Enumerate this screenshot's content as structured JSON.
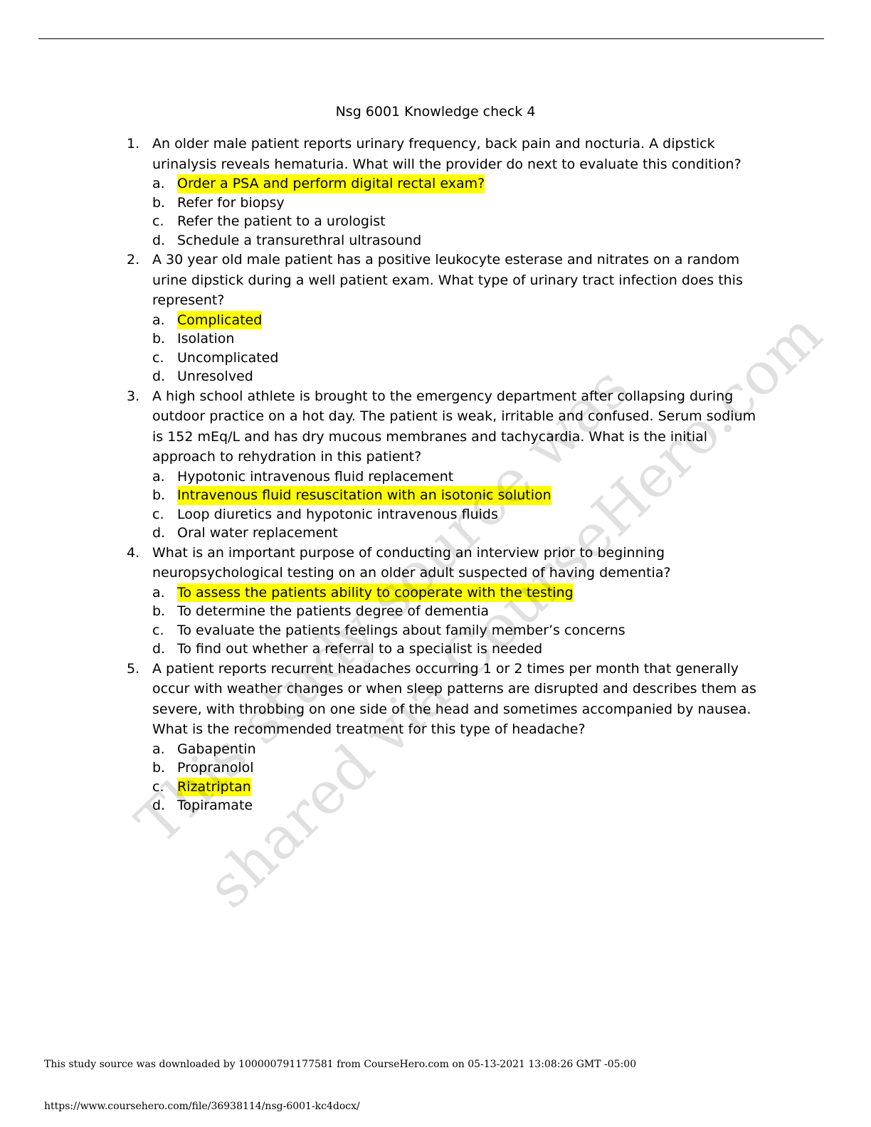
{
  "document": {
    "title": "Nsg 6001 Knowledge check 4",
    "questions": [
      {
        "number": "1.",
        "text": "An older male patient reports urinary frequency, back pain and nocturia. A dipstick urinalysis reveals hematuria. What will the provider do next to evaluate this condition?",
        "options": [
          {
            "letter": "a.",
            "text": "Order a PSA and perform digital rectal exam?",
            "highlighted": true
          },
          {
            "letter": "b.",
            "text": "Refer for biopsy",
            "highlighted": false
          },
          {
            "letter": "c.",
            "text": "Refer the patient to a urologist",
            "highlighted": false
          },
          {
            "letter": "d.",
            "text": "Schedule a transurethral ultrasound",
            "highlighted": false
          }
        ]
      },
      {
        "number": "2.",
        "text": "A 30 year old male patient has a positive leukocyte esterase and nitrates on a random urine dipstick during a well patient exam. What type of urinary tract infection does this represent?",
        "options": [
          {
            "letter": "a.",
            "text": "Complicated",
            "highlighted": true
          },
          {
            "letter": "b.",
            "text": "Isolation",
            "highlighted": false
          },
          {
            "letter": "c.",
            "text": "Uncomplicated",
            "highlighted": false
          },
          {
            "letter": "d.",
            "text": "Unresolved",
            "highlighted": false
          }
        ]
      },
      {
        "number": "3.",
        "text": "A high school athlete is brought to the emergency department after collapsing during outdoor practice on a hot day. The patient is weak, irritable and confused. Serum sodium is 152 mEq/L and has dry mucous membranes and tachycardia. What is the initial approach to rehydration in this patient?",
        "options": [
          {
            "letter": "a.",
            "text": "Hypotonic intravenous fluid replacement",
            "highlighted": false
          },
          {
            "letter": "b.",
            "text": "Intravenous fluid resuscitation with an isotonic solution",
            "highlighted": true
          },
          {
            "letter": "c.",
            "text": "Loop diuretics and hypotonic intravenous fluids",
            "highlighted": false
          },
          {
            "letter": "d.",
            "text": "Oral water replacement",
            "highlighted": false
          }
        ]
      },
      {
        "number": "4.",
        "text": "What is an important purpose of conducting an interview prior to beginning neuropsychological testing on an older adult suspected of having dementia?",
        "options": [
          {
            "letter": "a.",
            "text": "To assess the patients ability to cooperate with the testing",
            "highlighted": true
          },
          {
            "letter": "b.",
            "text": "To determine the patients degree of dementia",
            "highlighted": false
          },
          {
            "letter": "c.",
            "text": "To evaluate the patients feelings about family member’s concerns",
            "highlighted": false
          },
          {
            "letter": "d.",
            "text": "To find out whether a referral to a specialist is needed",
            "highlighted": false
          }
        ]
      },
      {
        "number": "5.",
        "text": "A patient reports recurrent headaches occurring 1 or 2 times per month that generally occur with weather changes or when sleep patterns are disrupted and describes them as severe, with throbbing on one side of the head and sometimes accompanied by nausea. What is the recommended treatment for this type of headache?",
        "options": [
          {
            "letter": "a.",
            "text": "Gabapentin",
            "highlighted": false
          },
          {
            "letter": "b.",
            "text": "Propranolol",
            "highlighted": false
          },
          {
            "letter": "c.",
            "text": "Rizatriptan",
            "highlighted": true
          },
          {
            "letter": "d.",
            "text": "Topiramate",
            "highlighted": false
          }
        ]
      }
    ]
  },
  "watermark": {
    "line1": "This study source was",
    "line2": "shared via CourseHero.com"
  },
  "footer": {
    "download_notice": "This study source was downloaded by 100000791177581 from CourseHero.com on 05-13-2021 13:08:26 GMT -05:00",
    "url": "https://www.coursehero.com/file/36938114/nsg-6001-kc4docx/"
  },
  "colors": {
    "highlight": "#ffff00",
    "text": "#000000"
  }
}
